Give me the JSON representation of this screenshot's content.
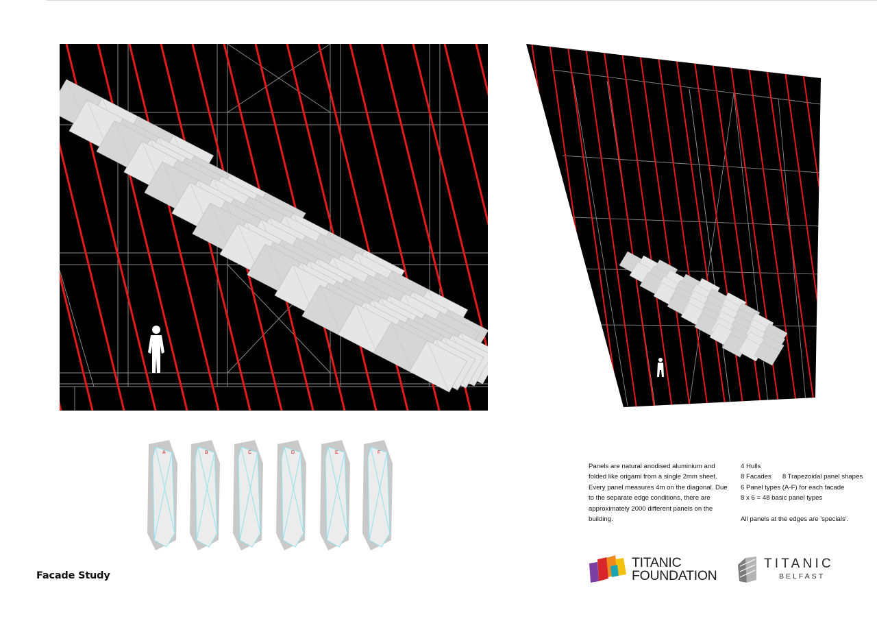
{
  "page": {
    "title": "Facade Study"
  },
  "description": {
    "lines": [
      "Panels are natural anodised aluminium and",
      "folded like origami from a single 2mm sheet.",
      "Every panel measures 4m on the diagonal. Due",
      "to the separate edge conditions, there are",
      "approximately 2000 different panels on the",
      "building."
    ]
  },
  "stats": {
    "hulls": "4 Hulls",
    "facades": "8 Facades",
    "trapezoidal": "8 Trapezoidal panel shapes",
    "panel_types": "6 Panel types (A-F) for each facade",
    "basic_types": "8 x 6 = 48 basic panel types",
    "edges": "All panels at the edges are 'specials'."
  },
  "panel_labels": [
    "A",
    "B",
    "C",
    "D",
    "E",
    "F"
  ],
  "logos": {
    "foundation": {
      "line1": "TITANIC",
      "line2": "FOUNDATION"
    },
    "belfast": {
      "title": "TITANIC",
      "subtitle": "BELFAST"
    }
  },
  "colors": {
    "background": "#ffffff",
    "facade_black": "#000000",
    "diagonal_red": "#e31b1b",
    "panel_grey": "#e2e2e2",
    "edge_cyan": "#8fe3ee",
    "logo_purple": "#7a3fa0",
    "logo_red": "#d8262b",
    "logo_orange": "#f08a1e",
    "logo_yellow": "#f3c20c",
    "logo_teal": "#1aa5b5"
  }
}
